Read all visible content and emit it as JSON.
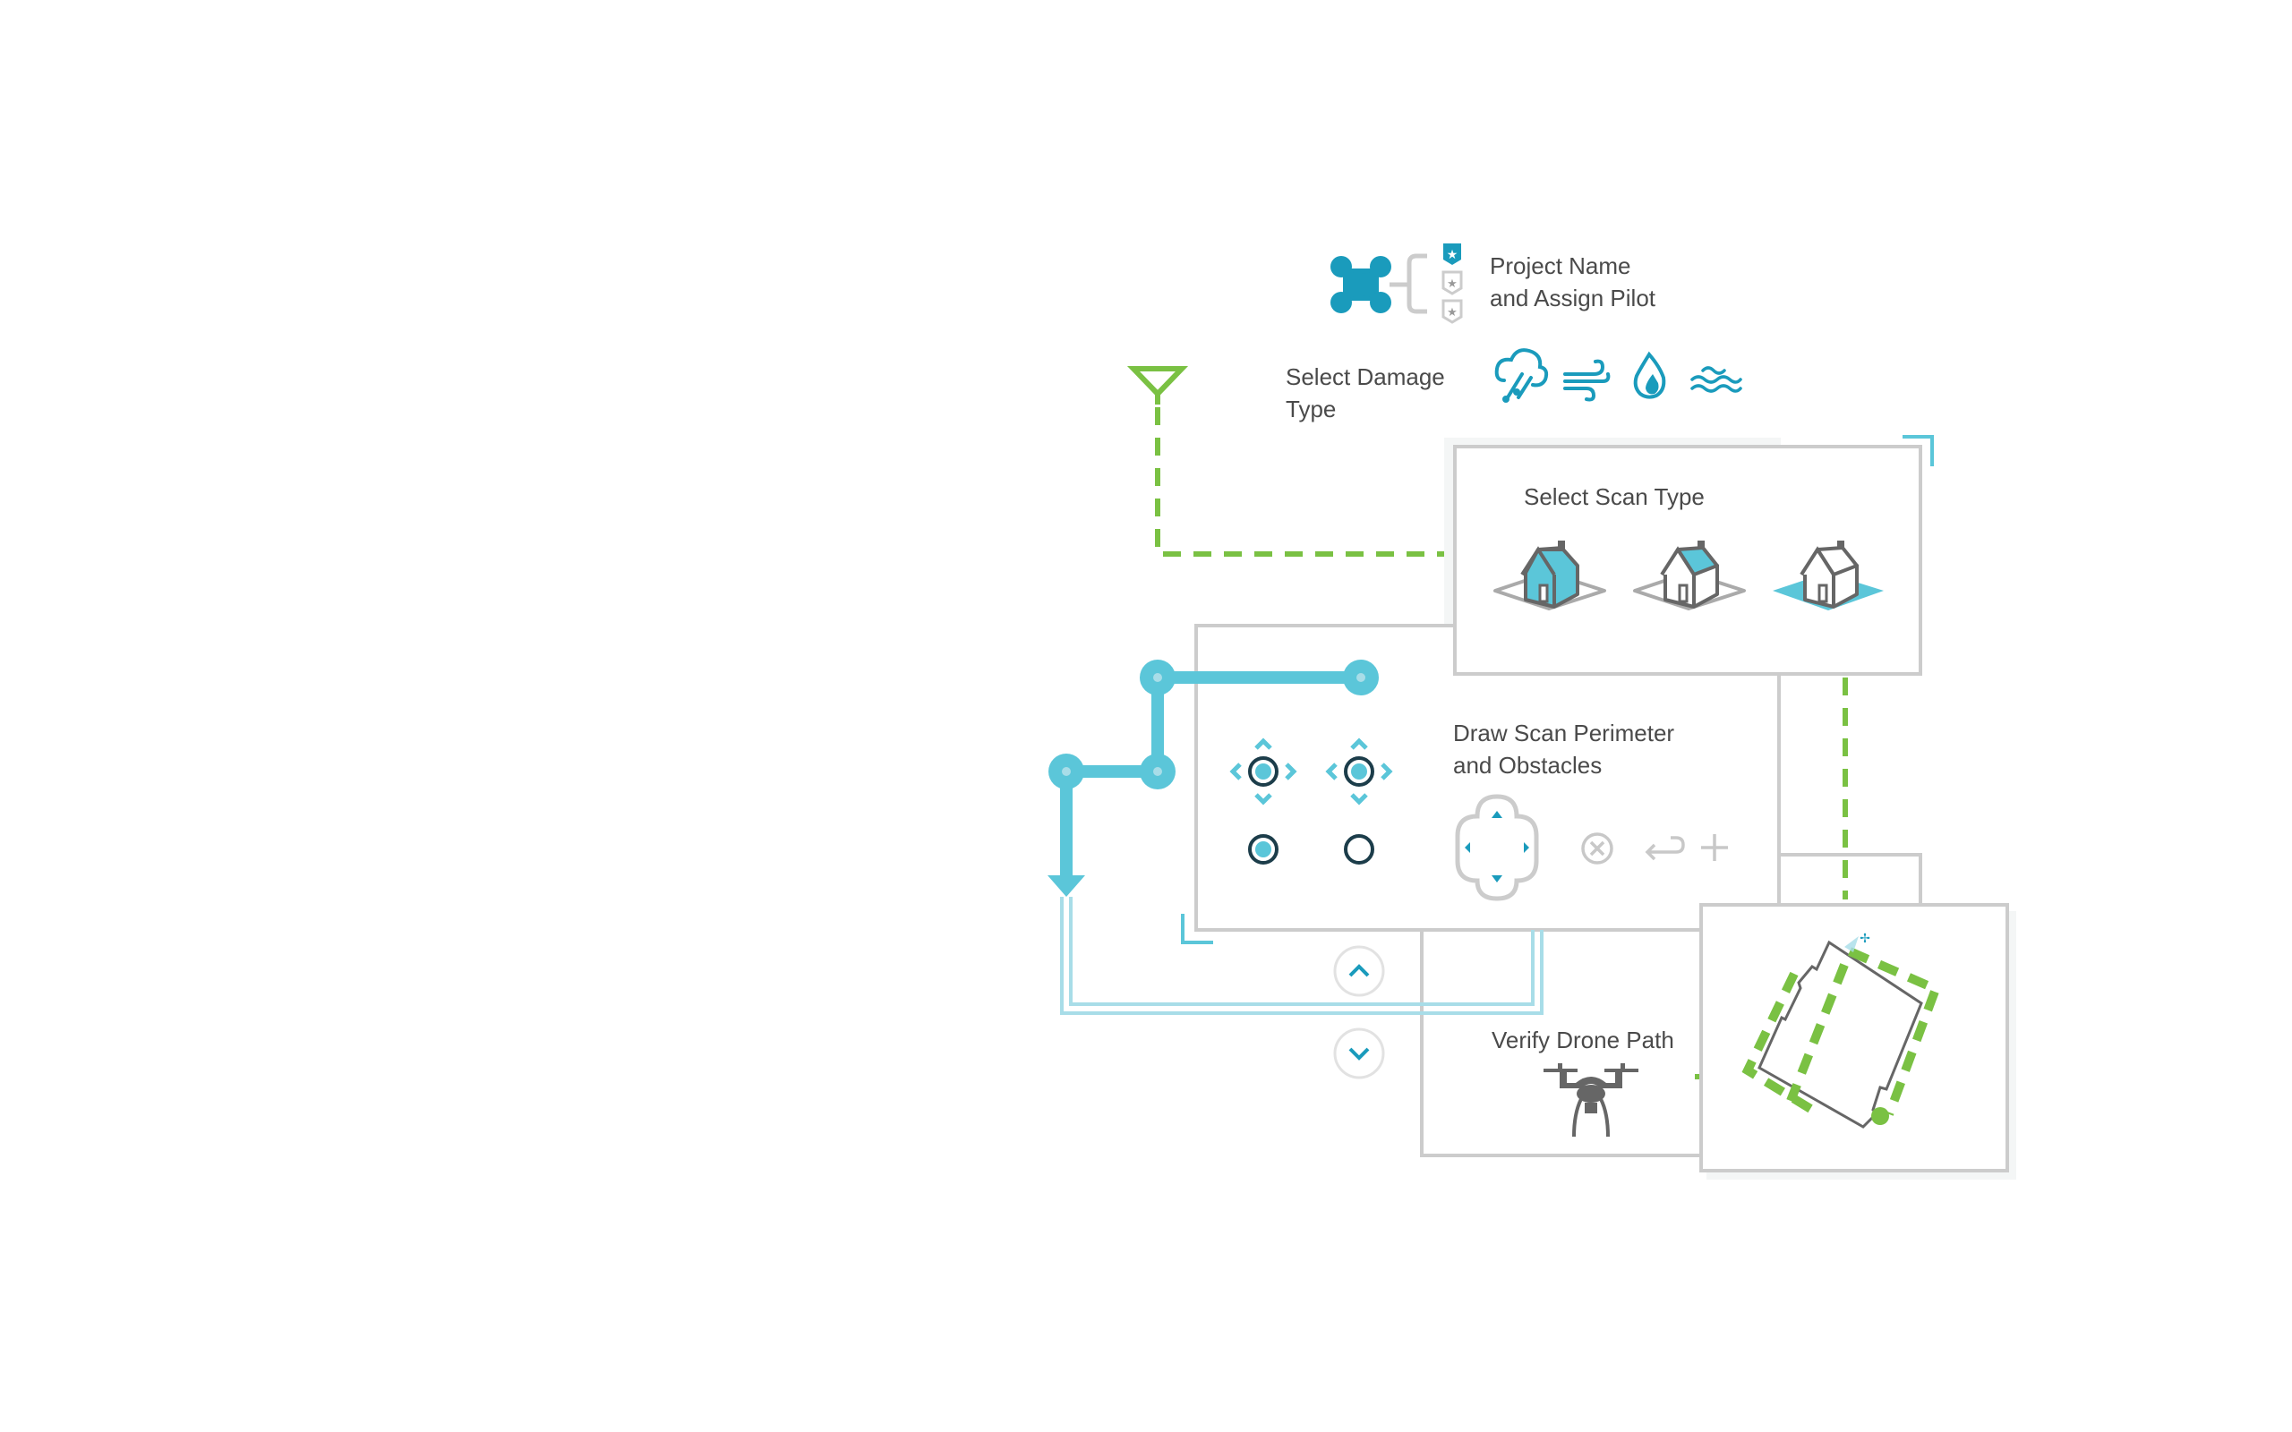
{
  "colors": {
    "teal": "#1a9bbc",
    "cyan": "#5bc6d9",
    "light_cyan": "#a8dde8",
    "green": "#7ac143",
    "navy": "#1c3d4a",
    "panel_border": "#cccccc",
    "text": "#4a4a4a",
    "icon_gray": "#666666"
  },
  "steps": {
    "project": {
      "line1": "Project Name",
      "line2": "and Assign Pilot"
    },
    "damage": {
      "line1": "Select Damage",
      "line2": "Type",
      "icons": [
        "hail-storm-icon",
        "wind-icon",
        "fire-icon",
        "flood-icon"
      ]
    },
    "scan_type": {
      "title": "Select Scan Type",
      "options": [
        "roof-scan",
        "roof-outline-scan",
        "ground-footprint-scan"
      ]
    },
    "perimeter": {
      "line1": "Draw Scan Perimeter",
      "line2": "and Obstacles",
      "tools": [
        "move-point-active",
        "move-point",
        "point-filled",
        "point-empty",
        "direction-pad",
        "delete",
        "undo",
        "add"
      ]
    },
    "drone_path": {
      "title": "Verify Drone Path"
    },
    "nav": {
      "up": "scroll-up",
      "down": "scroll-down"
    }
  }
}
